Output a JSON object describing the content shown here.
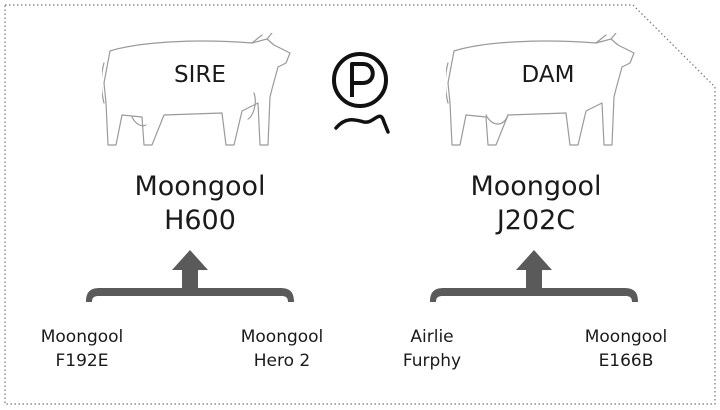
{
  "sire": {
    "tag": "SIRE",
    "name_line1": "Moongool",
    "name_line2": "H600",
    "parents": [
      {
        "line1": "Moongool",
        "line2": "F192E"
      },
      {
        "line1": "Moongool",
        "line2": "Hero 2"
      }
    ]
  },
  "dam": {
    "tag": "DAM",
    "name_line1": "Moongool",
    "name_line2": "J202C",
    "parents": [
      {
        "line1": "Airlie",
        "line2": "Furphy"
      },
      {
        "line1": "Moongool",
        "line2": "E166B"
      }
    ]
  },
  "badge": {
    "letter": "P",
    "meaning": "polled"
  },
  "colors": {
    "text": "#1a1a1a",
    "bracket": "#5a5a5a",
    "outline": "#9a9a9a",
    "border": "#777777"
  }
}
